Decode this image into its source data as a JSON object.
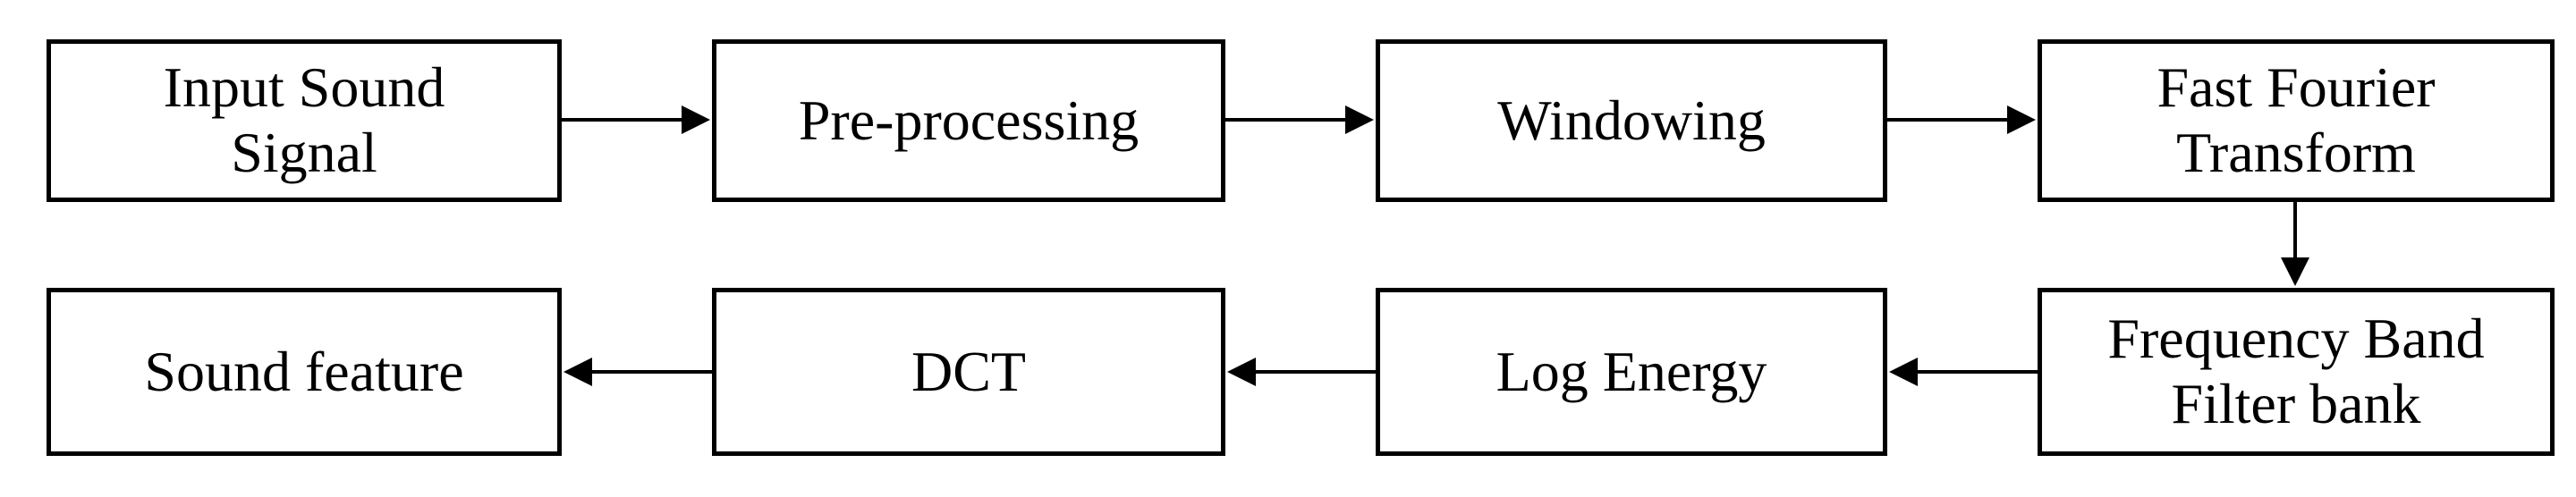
{
  "diagram": {
    "boxes": {
      "input_sound_signal": "Input Sound\nSignal",
      "pre_processing": "Pre-processing",
      "windowing": "Windowing",
      "fast_fourier_transform": "Fast Fourier\nTransform",
      "frequency_band_filter_bank": "Frequency Band\nFilter bank",
      "log_energy": "Log Energy",
      "dct": "DCT",
      "sound_feature": "Sound feature"
    },
    "colors": {
      "stroke": "#000000",
      "background": "#ffffff",
      "text": "#000000"
    }
  }
}
